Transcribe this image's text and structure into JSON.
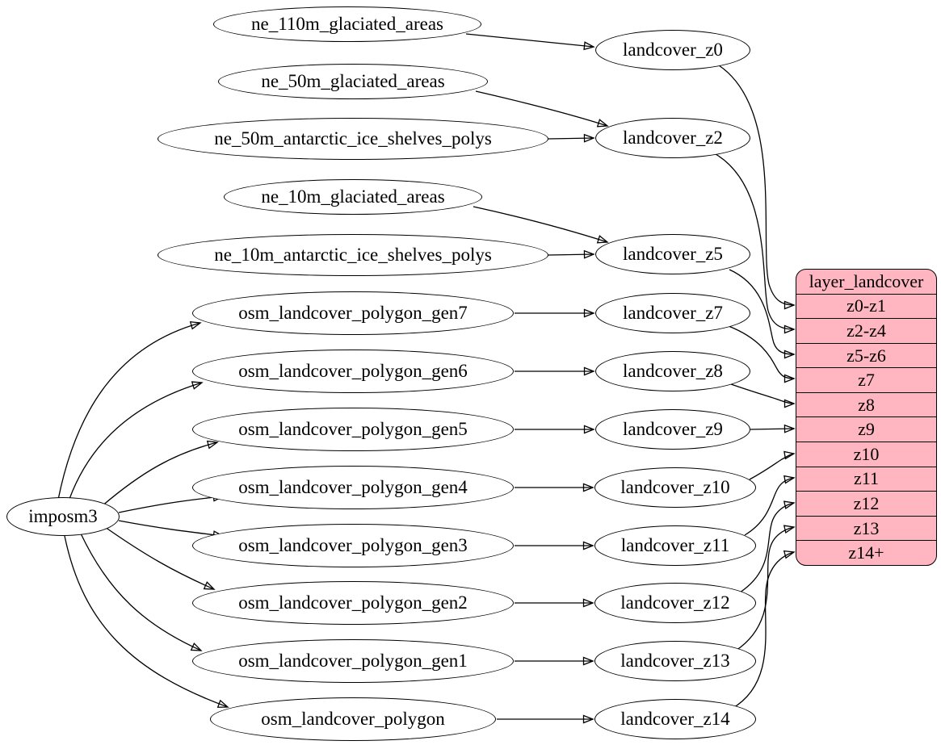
{
  "table": {
    "title": "layer_landcover",
    "fill": "#ffb6c1",
    "rows": [
      "z0-z1",
      "z2-z4",
      "z5-z6",
      "z7",
      "z8",
      "z9",
      "z10",
      "z11",
      "z12",
      "z13",
      "z14+"
    ]
  },
  "nodes": {
    "imposm3": "imposm3",
    "ne_110m_glaciated_areas": "ne_110m_glaciated_areas",
    "ne_50m_glaciated_areas": "ne_50m_glaciated_areas",
    "ne_50m_antarctic_ice_shelves_polys": "ne_50m_antarctic_ice_shelves_polys",
    "ne_10m_glaciated_areas": "ne_10m_glaciated_areas",
    "ne_10m_antarctic_ice_shelves_polys": "ne_10m_antarctic_ice_shelves_polys",
    "osm_landcover_polygon_gen7": "osm_landcover_polygon_gen7",
    "osm_landcover_polygon_gen6": "osm_landcover_polygon_gen6",
    "osm_landcover_polygon_gen5": "osm_landcover_polygon_gen5",
    "osm_landcover_polygon_gen4": "osm_landcover_polygon_gen4",
    "osm_landcover_polygon_gen3": "osm_landcover_polygon_gen3",
    "osm_landcover_polygon_gen2": "osm_landcover_polygon_gen2",
    "osm_landcover_polygon_gen1": "osm_landcover_polygon_gen1",
    "osm_landcover_polygon": "osm_landcover_polygon",
    "landcover_z0": "landcover_z0",
    "landcover_z2": "landcover_z2",
    "landcover_z5": "landcover_z5",
    "landcover_z7": "landcover_z7",
    "landcover_z8": "landcover_z8",
    "landcover_z9": "landcover_z9",
    "landcover_z10": "landcover_z10",
    "landcover_z11": "landcover_z11",
    "landcover_z12": "landcover_z12",
    "landcover_z13": "landcover_z13",
    "landcover_z14": "landcover_z14"
  },
  "edges": [
    {
      "from": "imposm3",
      "to": "osm_landcover_polygon_gen7"
    },
    {
      "from": "imposm3",
      "to": "osm_landcover_polygon_gen6"
    },
    {
      "from": "imposm3",
      "to": "osm_landcover_polygon_gen5"
    },
    {
      "from": "imposm3",
      "to": "osm_landcover_polygon_gen4"
    },
    {
      "from": "imposm3",
      "to": "osm_landcover_polygon_gen3"
    },
    {
      "from": "imposm3",
      "to": "osm_landcover_polygon_gen2"
    },
    {
      "from": "imposm3",
      "to": "osm_landcover_polygon_gen1"
    },
    {
      "from": "imposm3",
      "to": "osm_landcover_polygon"
    },
    {
      "from": "ne_110m_glaciated_areas",
      "to": "landcover_z0"
    },
    {
      "from": "ne_50m_glaciated_areas",
      "to": "landcover_z2"
    },
    {
      "from": "ne_50m_antarctic_ice_shelves_polys",
      "to": "landcover_z2"
    },
    {
      "from": "ne_10m_glaciated_areas",
      "to": "landcover_z5"
    },
    {
      "from": "ne_10m_antarctic_ice_shelves_polys",
      "to": "landcover_z5"
    },
    {
      "from": "osm_landcover_polygon_gen7",
      "to": "landcover_z7"
    },
    {
      "from": "osm_landcover_polygon_gen6",
      "to": "landcover_z8"
    },
    {
      "from": "osm_landcover_polygon_gen5",
      "to": "landcover_z9"
    },
    {
      "from": "osm_landcover_polygon_gen4",
      "to": "landcover_z10"
    },
    {
      "from": "osm_landcover_polygon_gen3",
      "to": "landcover_z11"
    },
    {
      "from": "osm_landcover_polygon_gen2",
      "to": "landcover_z12"
    },
    {
      "from": "osm_landcover_polygon_gen1",
      "to": "landcover_z13"
    },
    {
      "from": "osm_landcover_polygon",
      "to": "landcover_z14"
    },
    {
      "from": "landcover_z0",
      "to": "layer_landcover:z0-z1"
    },
    {
      "from": "landcover_z2",
      "to": "layer_landcover:z2-z4"
    },
    {
      "from": "landcover_z5",
      "to": "layer_landcover:z5-z6"
    },
    {
      "from": "landcover_z7",
      "to": "layer_landcover:z7"
    },
    {
      "from": "landcover_z8",
      "to": "layer_landcover:z8"
    },
    {
      "from": "landcover_z9",
      "to": "layer_landcover:z9"
    },
    {
      "from": "landcover_z10",
      "to": "layer_landcover:z10"
    },
    {
      "from": "landcover_z11",
      "to": "layer_landcover:z11"
    },
    {
      "from": "landcover_z12",
      "to": "layer_landcover:z12"
    },
    {
      "from": "landcover_z13",
      "to": "layer_landcover:z13"
    },
    {
      "from": "landcover_z14",
      "to": "layer_landcover:z14+"
    }
  ]
}
